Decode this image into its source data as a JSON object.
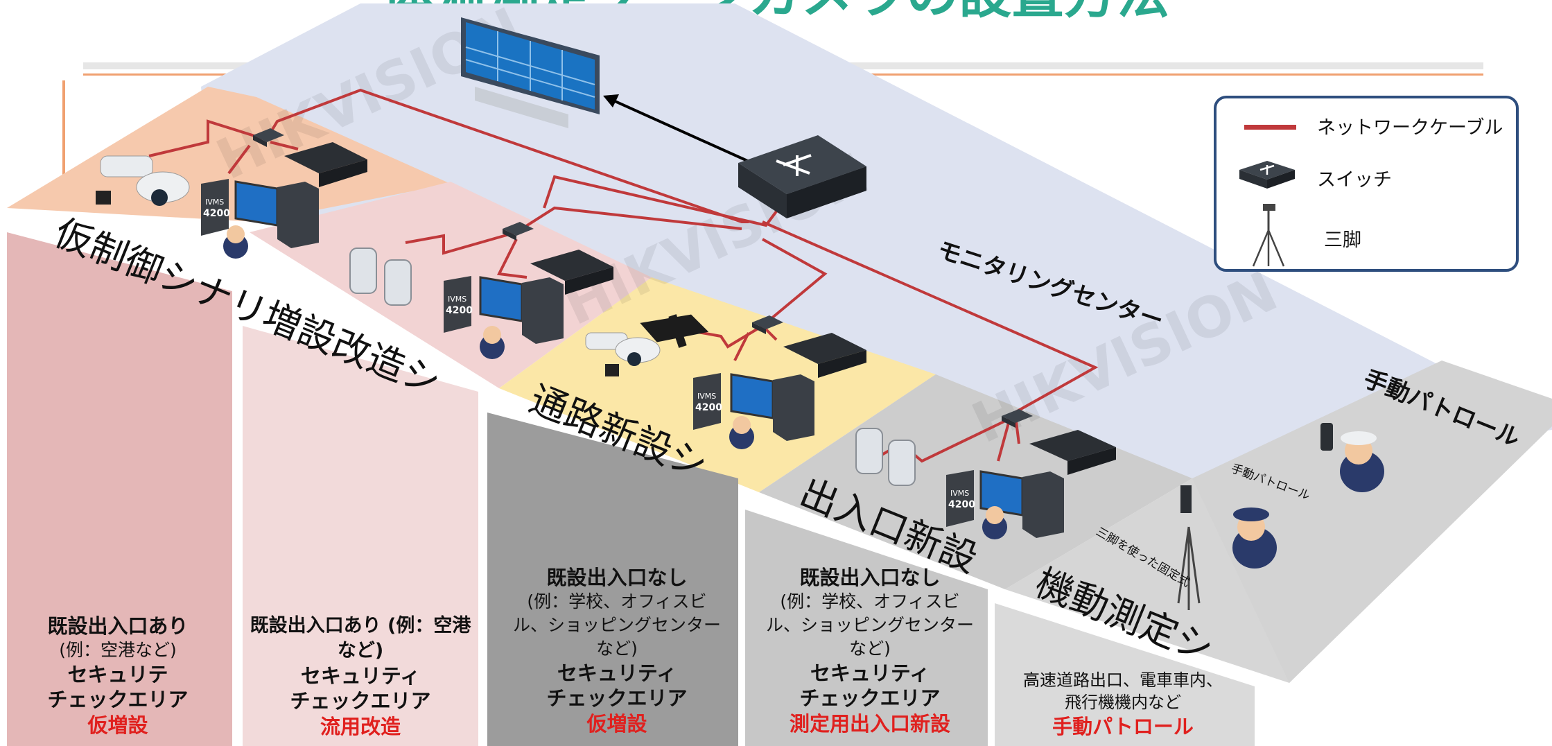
{
  "title": "体温測定ゾーンカメラの設置方法",
  "watermark": "HIKVISION",
  "zones": [
    {
      "name": "仮制御シナリ",
      "fill": "#f6c9ad"
    },
    {
      "name": "増設改造シ",
      "fill": "#f2d3d3"
    },
    {
      "name": "通路新設シ",
      "fill": "#fbe7a7"
    },
    {
      "name": "出入口新設",
      "fill": "#cdcdcd"
    },
    {
      "name": "機動測定シ",
      "fill": "#d6d6d6"
    },
    {
      "name": "モニタリングセンター",
      "fill": "#dde2f0"
    },
    {
      "name": "手動パトロール",
      "fill": "#d6d6d6"
    }
  ],
  "device_labels": {
    "ivms": "IVMS",
    "ivms_num": "4200",
    "manual_patrol": "手動パトロール",
    "tripod_fixed": "三脚を使った固定式"
  },
  "columns": [
    {
      "lines": [
        "既設出入口あり",
        "(例：空港など)",
        "セキュリテ",
        "チェックエリア"
      ],
      "result": "仮増設",
      "fill": "#e4b7b7"
    },
    {
      "lines": [
        "既設出入口あり (例：空港など)",
        "",
        "セキュリティ",
        "チェックエリア"
      ],
      "result": "流用改造",
      "fill": "#f2dada"
    },
    {
      "lines": [
        "既設出入口なし",
        "(例：学校、オフィスビル、ショッピングセンターなど)",
        "セキュリティ",
        "チェックエリア"
      ],
      "result": "仮増設",
      "fill": "#9c9c9c"
    },
    {
      "lines": [
        "既設出入口なし",
        "(例：学校、オフィスビル、ショッピングセンターなど)",
        "セキュリティ",
        "チェックエリア"
      ],
      "result": "測定用出入口新設",
      "fill": "#c7c7c7"
    },
    {
      "lines": [
        "高速道路出口、電車車内、",
        "飛行機機内など"
      ],
      "result": "手動パトロール",
      "fill": "#dadada"
    }
  ],
  "legend": {
    "items": [
      {
        "icon": "network-cable-icon",
        "label": "ネットワークケーブル"
      },
      {
        "icon": "switch-icon",
        "label": "スイッチ"
      },
      {
        "icon": "tripod-icon",
        "label": "三脚"
      }
    ]
  },
  "colors": {
    "title": "#2aa88e",
    "cable": "#c0393b",
    "legend_border": "#2e4e7e",
    "result_red": "#e0201e"
  }
}
